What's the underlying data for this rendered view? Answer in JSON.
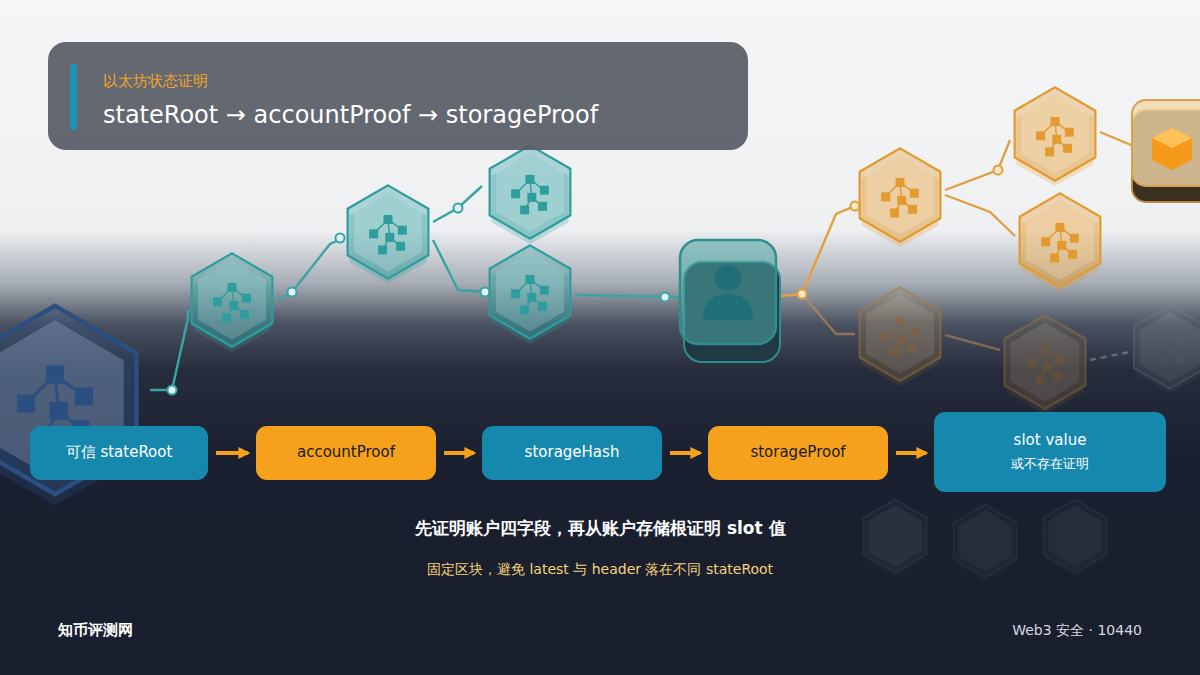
{
  "diagram": {
    "title": "stateRoot → accountProof → storageProof",
    "caption": "先证明账户四字段，再从账户存储根证明 slot 值",
    "nodes": [
      {
        "text": [
          "可信 stateRoot"
        ]
      },
      {
        "text": [
          "accountProof"
        ]
      },
      {
        "text": [
          "storageHash"
        ]
      },
      {
        "text": [
          "storageProof"
        ]
      },
      {
        "text": [
          "slot value",
          "或不存在证明"
        ]
      }
    ],
    "edges": [
      {
        "from": 0,
        "to": 1,
        "arrow": "to"
      },
      {
        "from": 1,
        "to": 2,
        "arrow": "to"
      },
      {
        "from": 2,
        "to": 3,
        "arrow": "to"
      },
      {
        "from": 3,
        "to": 4,
        "arrow": "to"
      }
    ],
    "labels": [
      "以太坊状态证明",
      "固定区块，避免 latest 与 header 落在不同 stateRoot",
      "知币评测网",
      "Web3 安全 · 10440"
    ]
  }
}
